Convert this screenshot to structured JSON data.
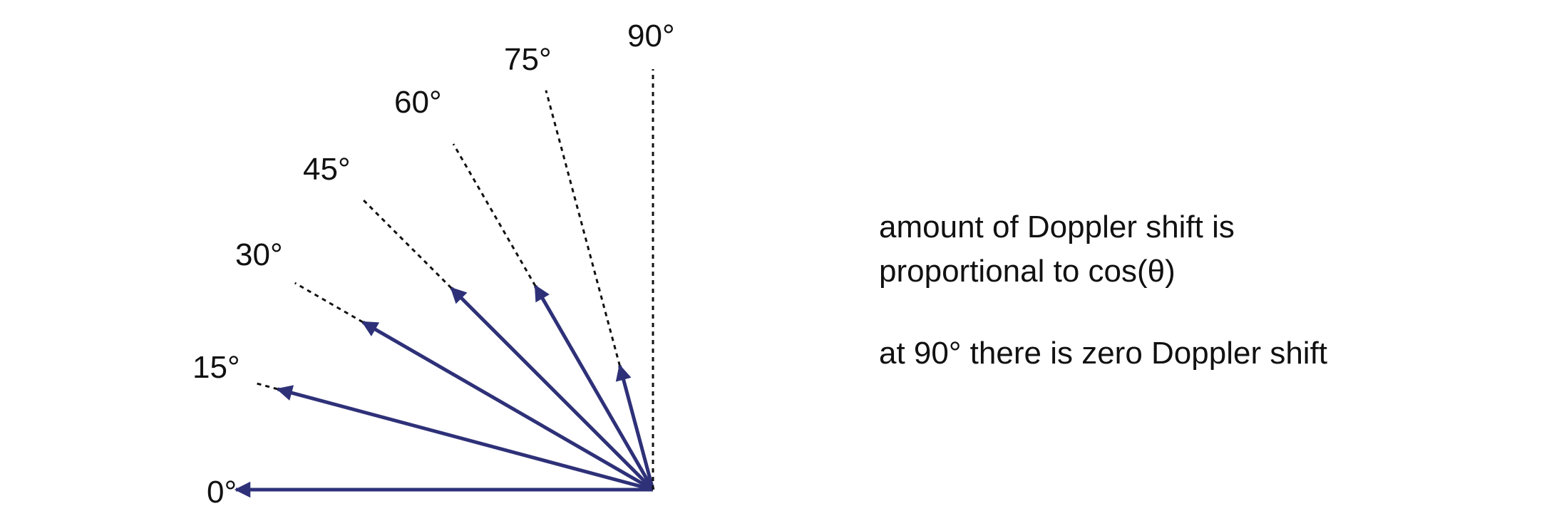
{
  "angles": [
    {
      "label": "0°",
      "degrees": 0,
      "dashed_extension": false
    },
    {
      "label": "15°",
      "degrees": 15,
      "dashed_extension": true
    },
    {
      "label": "30°",
      "degrees": 30,
      "dashed_extension": true
    },
    {
      "label": "45°",
      "degrees": 45,
      "dashed_extension": true
    },
    {
      "label": "60°",
      "degrees": 60,
      "dashed_extension": true
    },
    {
      "label": "75°",
      "degrees": 75,
      "dashed_extension": true
    },
    {
      "label": "90°",
      "degrees": 90,
      "dashed_extension": true,
      "arrow": false
    }
  ],
  "colors": {
    "arrow": "#2e3178",
    "dash": "#111111",
    "text": "#111111"
  },
  "caption": {
    "line1": "amount of Doppler shift is",
    "line2": "proportional to cos(θ)",
    "line3": "at 90° there is zero Doppler shift"
  }
}
